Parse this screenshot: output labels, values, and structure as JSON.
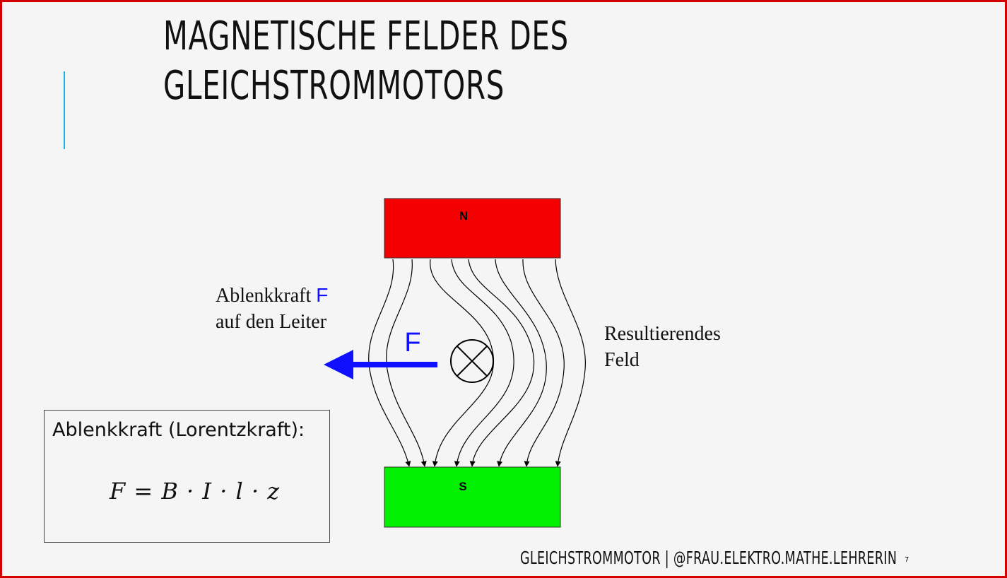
{
  "slide": {
    "title_line1": "MAGNETISCHE FELDER DES",
    "title_line2": "GLEICHSTROMMOTORS",
    "accent_color": "#1ab0e8",
    "border_color": "#d40000"
  },
  "diagram": {
    "north_label": "N",
    "south_label": "S",
    "north_color": "#f50000",
    "south_color": "#00f000",
    "force_arrow_label": "F",
    "force_arrow_color": "#1010ff",
    "conductor_symbol": "current-into-page-icon",
    "left_label_line1": "Ablenkkraft",
    "left_label_f": "F",
    "left_label_line2": "auf den Leiter",
    "right_label_line1": "Resultierendes",
    "right_label_line2": "Feld"
  },
  "force_box": {
    "title": "Ablenkkraft (Lorentzkraft):",
    "formula": "F = B · I · l · z"
  },
  "footer": {
    "text": "GLEICHSTROMMOTOR | @FRAU.ELEKTRO.MATHE.LEHRERIN",
    "page_number": "7"
  }
}
